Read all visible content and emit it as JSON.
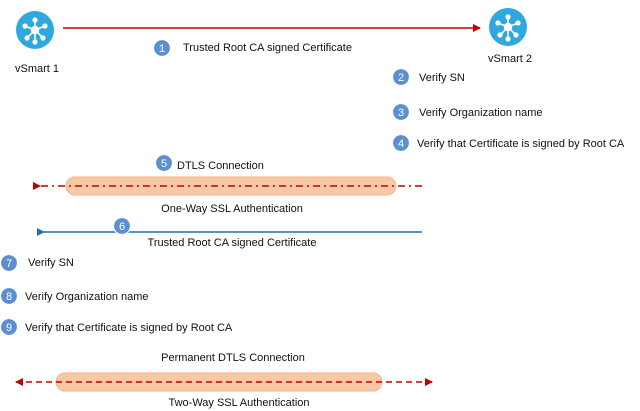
{
  "colors": {
    "red_arrow": "#c00000",
    "blue_arrow": "#1f6eb0",
    "badge_fill": "#5b8fd0",
    "badge_stroke": "#ffffff",
    "device_fill": "#2ea8df",
    "tunnel_fill": "#f8c7a6"
  },
  "nodes": {
    "left": {
      "label": "vSmart 1",
      "icon": "vsmart-router-icon"
    },
    "right": {
      "label": "vSmart 2",
      "icon": "vsmart-router-icon"
    }
  },
  "steps": [
    {
      "number": "1",
      "text": "Trusted Root CA signed Certificate"
    },
    {
      "number": "2",
      "text": "Verify SN"
    },
    {
      "number": "3",
      "text": "Verify Organization name"
    },
    {
      "number": "4",
      "text": "Verify that Certificate is signed by Root CA"
    },
    {
      "number": "5",
      "text": "DTLS Connection"
    },
    {
      "number": "6",
      "text": ""
    },
    {
      "number": "7",
      "text": "Verify SN"
    },
    {
      "number": "8",
      "text": "Verify Organization name"
    },
    {
      "number": "9",
      "text": "Verify that Certificate is signed by Root CA"
    }
  ],
  "labels": {
    "one_way": "One-Way SSL Authentication",
    "step6_message": "Trusted Root CA signed Certificate",
    "permanent": "Permanent DTLS Connection",
    "two_way": "Two-Way SSL Authentication"
  }
}
